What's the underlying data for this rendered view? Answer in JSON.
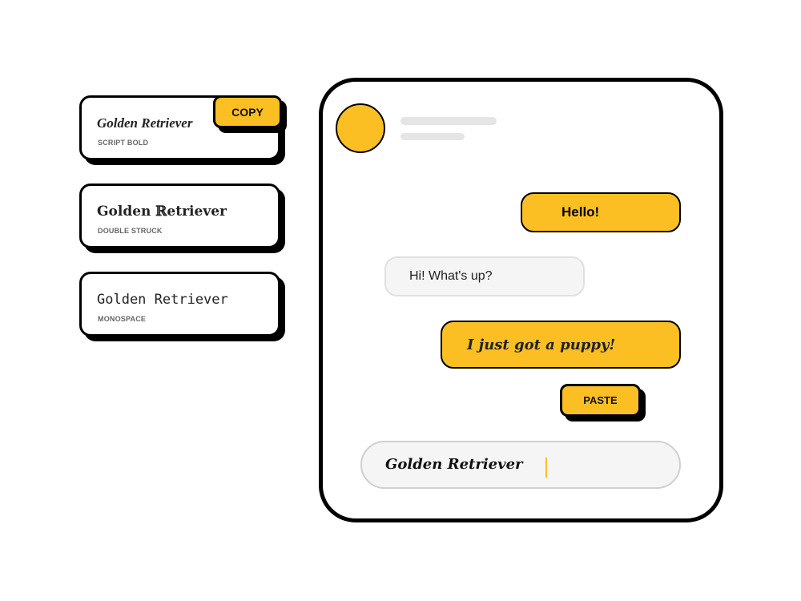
{
  "colors": {
    "accent": "#fbbf24",
    "bubble_gray": "#f5f5f5"
  },
  "styles": [
    {
      "sample": "Golden Retriever",
      "label": "SCRIPT BOLD"
    },
    {
      "sample": "Golden ℝetriever",
      "label": "DOUBLE STRUCK"
    },
    {
      "sample": "Golden Retriever",
      "label": "MONOSPACE"
    }
  ],
  "copy_label": "COPY",
  "chat": {
    "messages": [
      {
        "text": "Hello!",
        "from": "me"
      },
      {
        "text": "Hi! What's up?",
        "from": "other"
      },
      {
        "text": "I just got a puppy!",
        "from": "me"
      }
    ],
    "paste_label": "PASTE",
    "input_value": "Golden Retriever"
  }
}
